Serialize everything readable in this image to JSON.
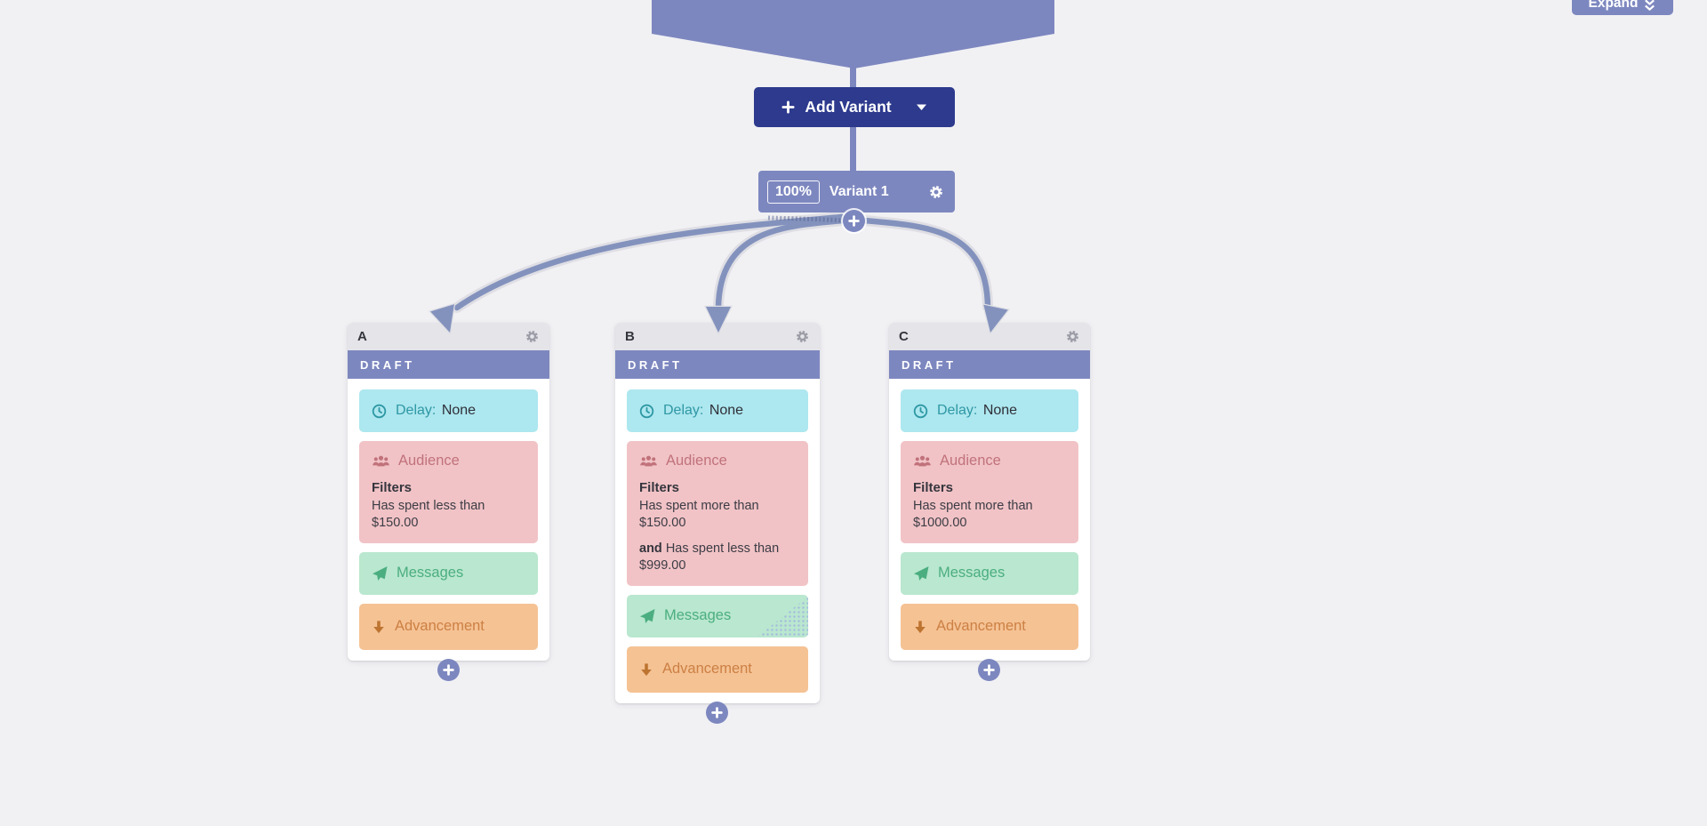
{
  "expand_button": {
    "label": "Expand"
  },
  "add_variant_button": {
    "label": "Add Variant"
  },
  "variant_node": {
    "split_percent": "100%",
    "name": "Variant 1"
  },
  "branches": [
    {
      "letter": "A",
      "status": "DRAFT",
      "delay": {
        "label": "Delay:",
        "value": "None"
      },
      "audience": {
        "label": "Audience",
        "filters_heading": "Filters",
        "filters": [
          {
            "conjunction": "",
            "text": "Has spent less than $150.00"
          }
        ]
      },
      "messages": {
        "label": "Messages"
      },
      "advancement": {
        "label": "Advancement"
      },
      "has_corner_pattern": false
    },
    {
      "letter": "B",
      "status": "DRAFT",
      "delay": {
        "label": "Delay:",
        "value": "None"
      },
      "audience": {
        "label": "Audience",
        "filters_heading": "Filters",
        "filters": [
          {
            "conjunction": "",
            "text": "Has spent more than $150.00"
          },
          {
            "conjunction": "and",
            "text": "Has spent less than $999.00"
          }
        ]
      },
      "messages": {
        "label": "Messages"
      },
      "advancement": {
        "label": "Advancement"
      },
      "has_corner_pattern": true
    },
    {
      "letter": "C",
      "status": "DRAFT",
      "delay": {
        "label": "Delay:",
        "value": "None"
      },
      "audience": {
        "label": "Audience",
        "filters_heading": "Filters",
        "filters": [
          {
            "conjunction": "",
            "text": "Has spent more than $1000.00"
          }
        ]
      },
      "messages": {
        "label": "Messages"
      },
      "advancement": {
        "label": "Advancement"
      },
      "has_corner_pattern": false
    }
  ],
  "colors": {
    "canvas-bg": "#f1f1f4",
    "accent": "#7d87bf",
    "navy": "#2d3a8d",
    "arrow": "#8392bd",
    "arrow-halo": "#dedee4",
    "delay-bg": "#ade7ef",
    "delay-accent": "#2e98a4",
    "audience-bg": "#f1c3c6",
    "audience-accent": "#c1727b",
    "messages-bg": "#b9e7cf",
    "messages-accent": "#4bae80",
    "advancement-bg": "#f5c294",
    "advancement-accent": "#cc8044"
  }
}
